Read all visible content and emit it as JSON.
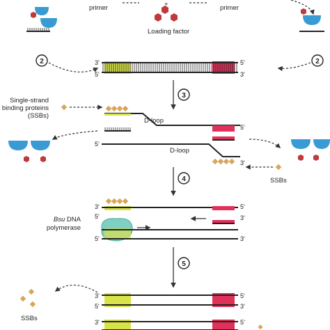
{
  "top": {
    "primer_left": "primer",
    "primer_right": "primer",
    "loading_factor": "Loading factor"
  },
  "steps": [
    "2",
    "2",
    "3",
    "4",
    "5"
  ],
  "labels": {
    "ssb_proteins": [
      "Single-strand",
      "binding proteins",
      "(SSBs)"
    ],
    "d_loop": "D-loop",
    "ssbs": "SSBs",
    "polymerase_italic": "Bsu",
    "polymerase_rest": " DNA",
    "polymerase_line2": "polymerase"
  },
  "ends": {
    "three": "3'",
    "five": "5'"
  },
  "colors": {
    "primer_yellow": "#d8e34a",
    "primer_red": "#e0315a",
    "protein_blue": "#3a9bd4",
    "loading_hex": "#c0393b",
    "ssb_diamond": "#d9a55b",
    "polymerase": "#7fd0c4"
  },
  "icons": [
    "recombinase-icon",
    "loading-factor-hexagon-icon",
    "ssb-diamond-icon",
    "polymerase-icon"
  ]
}
